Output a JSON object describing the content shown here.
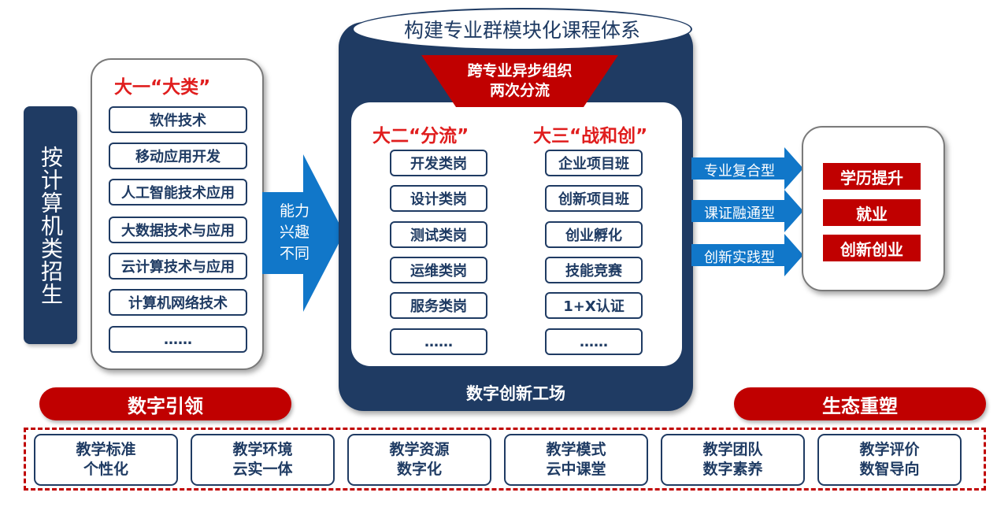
{
  "enrollment": {
    "label": "按计算机类招生"
  },
  "year1": {
    "title": "大一“大类”",
    "items": [
      "软件技术",
      "移动应用开发",
      "人工智能技术应用",
      "大数据技术与应用",
      "云计算技术与应用",
      "计算机网络技术",
      "……"
    ]
  },
  "arrow_left": {
    "lines": [
      "能力",
      "兴趣",
      "不同"
    ]
  },
  "workshop": {
    "top_title": "构建专业群模块化课程体系",
    "banner_lines": [
      "跨专业异步组织",
      "两次分流"
    ],
    "label": "数字创新工场",
    "year2": {
      "title": "大二“分流”",
      "items": [
        "开发类岗",
        "设计类岗",
        "测试类岗",
        "运维类岗",
        "服务类岗",
        "……"
      ]
    },
    "year3": {
      "title": "大三“战和创”",
      "items": [
        "企业项目班",
        "创新项目班",
        "创业孵化",
        "技能竞赛",
        "1+X认证",
        "……"
      ]
    }
  },
  "paths": [
    "专业复合型",
    "课证融通型",
    "创新实践型"
  ],
  "outcomes": [
    "学历提升",
    "就业",
    "创新创业"
  ],
  "banners": {
    "left": "数字引领",
    "right": "生态重塑"
  },
  "teaching": [
    {
      "line1": "教学标准",
      "line2": "个性化"
    },
    {
      "line1": "教学环境",
      "line2": "云实一体"
    },
    {
      "line1": "教学资源",
      "line2": "数字化"
    },
    {
      "line1": "教学模式",
      "line2": "云中课堂"
    },
    {
      "line1": "教学团队",
      "line2": "数字素养"
    },
    {
      "line1": "教学评价",
      "line2": "数智导向"
    }
  ],
  "colors": {
    "navy": "#1f3b63",
    "red": "#c00000",
    "title_red": "#e01e1e",
    "arrow_blue": "#1177c9"
  }
}
